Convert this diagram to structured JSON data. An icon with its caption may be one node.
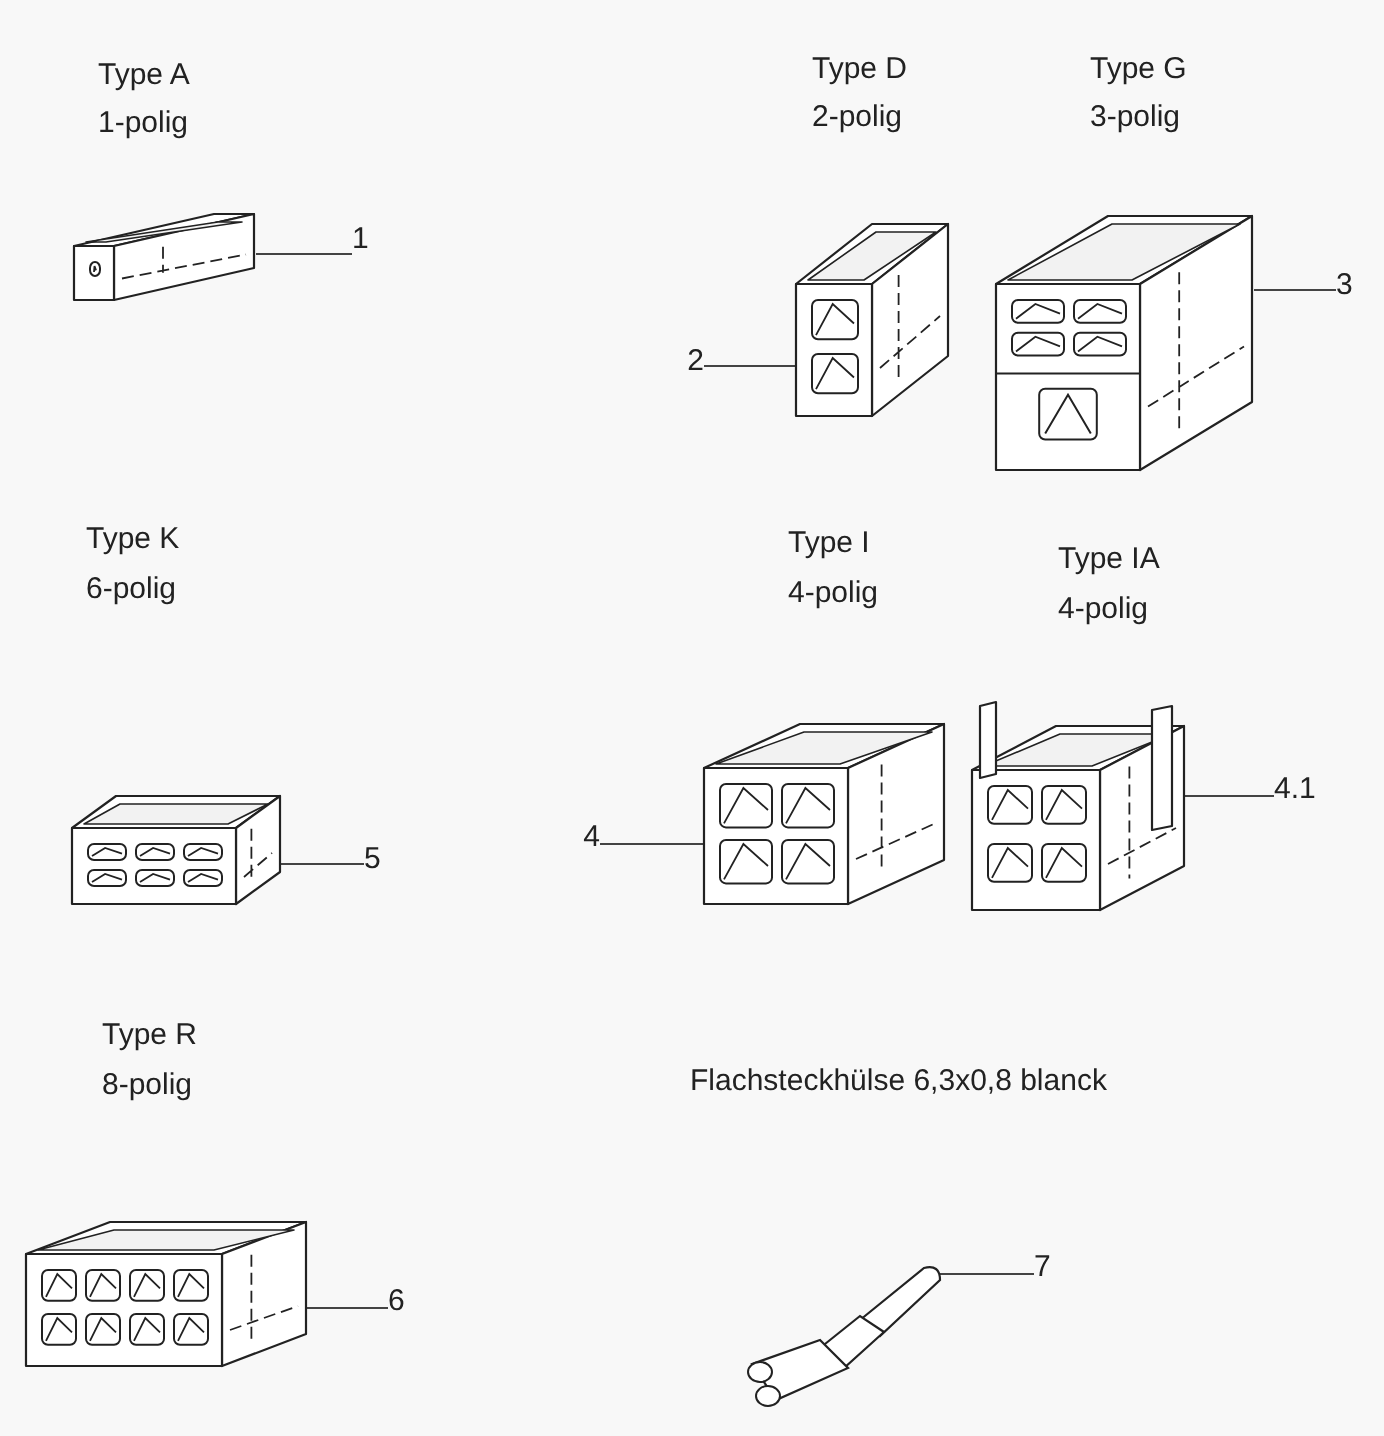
{
  "diagram": {
    "nodes": [
      {
        "text": [],
        "shape": "picture"
      },
      {
        "text": [
          "1"
        ]
      },
      {
        "text": [],
        "shape": "picture"
      },
      {
        "text": [
          "2"
        ]
      },
      {
        "text": [],
        "shape": "picture"
      },
      {
        "text": [
          "3"
        ]
      },
      {
        "text": [],
        "shape": "picture"
      },
      {
        "text": [
          "5"
        ]
      },
      {
        "text": [],
        "shape": "picture"
      },
      {
        "text": [
          "4"
        ]
      },
      {
        "text": [],
        "shape": "picture"
      },
      {
        "text": [
          "4.1"
        ]
      },
      {
        "text": [],
        "shape": "picture"
      },
      {
        "text": [
          "6"
        ]
      },
      {
        "text": [],
        "shape": "picture"
      },
      {
        "text": [
          "7"
        ]
      }
    ],
    "edges": [
      {
        "from": 1,
        "to": 0,
        "arrow": "none"
      },
      {
        "from": 3,
        "to": 2,
        "arrow": "none"
      },
      {
        "from": 5,
        "to": 4,
        "arrow": "none"
      },
      {
        "from": 7,
        "to": 6,
        "arrow": "none"
      },
      {
        "from": 9,
        "to": 8,
        "arrow": "none"
      },
      {
        "from": 11,
        "to": 10,
        "arrow": "none"
      },
      {
        "from": 13,
        "to": 12,
        "arrow": "none"
      },
      {
        "from": 15,
        "to": 14,
        "arrow": "none"
      }
    ],
    "labels": [
      "Type A",
      "1-polig",
      "Type D",
      "2-polig",
      "Type G",
      "3-polig",
      "Type K",
      "6-polig",
      "Type I",
      "4-polig",
      "Type IA",
      "4-polig",
      "Type R",
      "8-polig",
      "Flachsteckhülse 6,3x0,8 blanck"
    ]
  }
}
